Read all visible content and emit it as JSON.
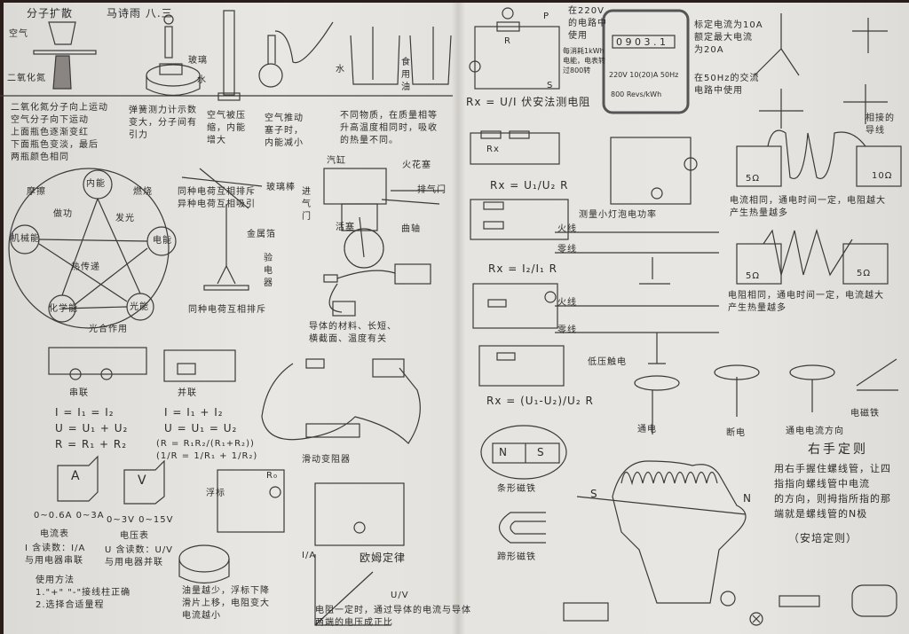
{
  "header": {
    "title": "分子扩散",
    "author": "马诗雨 八.三"
  },
  "diffusion": {
    "air": "空气",
    "no2": "二氧化氮",
    "note": "二氧化氮分子向上运动\n空气分子向下运动\n上面瓶色逐渐变红\n下面瓶色变淡，最后\n两瓶颜色相同"
  },
  "experiments": {
    "spring": "弹簧测力计示数\n变大，分子间有\n引力",
    "glass": "玻璃",
    "water": "水",
    "compress": "空气被压\n缩，内能\n增大",
    "push": "空气推动\n塞子时，\n内能减小",
    "heat": "不同物质，在质量相等\n升高温度相同时，吸收\n的热量不同。",
    "water2": "水",
    "oil": "食用油"
  },
  "energy": {
    "center": "内能",
    "mech": "机械能",
    "elec": "电能",
    "chem": "化学能",
    "light": "光能",
    "l1": "摩擦",
    "l2": "燃烧",
    "l3": "发光",
    "l4": "做功",
    "l5": "热传递",
    "l6": "光合作用"
  },
  "charges": {
    "rule": "同种电荷互相排斥\n异种电荷互相吸引",
    "rod": "玻璃棒",
    "electroscope": "验电器",
    "foil": "金属箔",
    "note": "同种电荷互相排斥"
  },
  "engine": {
    "cylinder": "汽缸",
    "spark": "火花塞",
    "intake": "进气门",
    "exhaust": "排气门",
    "piston": "活塞",
    "crank": "曲轴"
  },
  "series": {
    "title": "串联",
    "f1": "I = I₁ = I₂",
    "f2": "U = U₁ + U₂",
    "f3": "R = R₁ + R₂"
  },
  "parallel": {
    "title": "并联",
    "f1": "I = I₁ + I₂",
    "f2": "U = U₁ = U₂",
    "f3": "(R = R₁R₂/(R₁+R₂)) (1/R = 1/R₁ + 1/R₂)"
  },
  "meters": {
    "ammeter": "A",
    "voltmeter": "V",
    "a_range": "0~0.6A  0~3A",
    "a_label": "电流表",
    "a_note": "I 含读数：I/A\n与用电器串联",
    "v_range": "0~3V  0~15V",
    "v_label": "电压表",
    "v_note": "U 含读数：U/V\n与用电器并联",
    "use": "使用方法\n1.\"+\" \"-\"接线柱正确\n2.选择合适量程",
    "wire_note": "导体的材料、长短、\n横截面、温度有关",
    "rheostat": "滑动变阻器"
  },
  "gauge": {
    "note": "油量越少，浮标下降\n滑片上移，电阻变大\n电流越小",
    "float": "浮标",
    "r0": "R₀"
  },
  "ohm": {
    "title": "欧姆定律",
    "note": "电阻一定时，通过导体的电流与导体\n两端的电压成正比",
    "yaxis": "I/A",
    "xaxis": "U/V"
  },
  "resistance": {
    "f1": "Rx = U/I  伏安法测电阻",
    "f2": "Rx = U₁/U₂ R",
    "f3": "Rx = I₂/I₁ R",
    "f4": "Rx = (U₁-U₂)/U₂ R",
    "R": "R",
    "Rx": "Rx",
    "P": "P",
    "S": "S"
  },
  "meter": {
    "reading": "0 9 0 3 . 1",
    "spec": "220V 10(20)A 50Hz",
    "revs": "800 Revs/kWh",
    "n1": "在220V\n的电路中\n使用",
    "n2": "每消耗1kWh\n电能，电表转\n过800转",
    "n3": "标定电流为10A\n额定最大电流\n为20A",
    "n4": "在50Hz的交流\n电路中使用"
  },
  "power": {
    "title": "测量小灯泡电功率"
  },
  "wires": {
    "live": "火线",
    "neutral": "零线",
    "low": "低压触电",
    "joined": "相接的\n导线"
  },
  "joule": {
    "r1": "5Ω",
    "r2": "10Ω",
    "n1": "电流相同，通电时间一定，电阻越大\n产生热量越多",
    "n2": "电阻相同，通电时间一定，电流越大\n产生热量越多"
  },
  "magnet": {
    "bar": "条形磁铁",
    "horseshoe": "蹄形磁铁",
    "N": "N",
    "S": "S",
    "on": "通电",
    "off": "断电",
    "current": "通电电流方向",
    "electromagnet": "电磁铁"
  },
  "rule": {
    "title": "右手定则",
    "body": "用右手握住螺线管，让四\n指指向螺线管中电流\n的方向，则拇指所指的那\n端就是螺线管的N极",
    "alt": "（安培定则）"
  }
}
